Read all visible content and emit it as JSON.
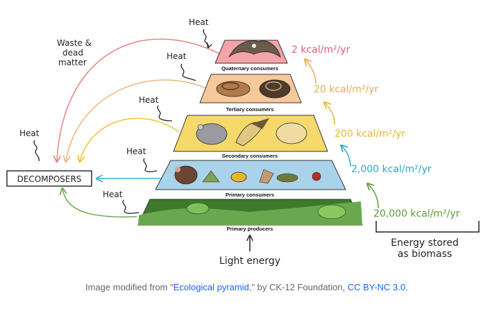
{
  "diagram": {
    "tiers": [
      {
        "label": "Quaternary consumers",
        "energy": "2 kcal/m²/yr",
        "energy_color": "#e0607a",
        "fill": "#f4a3a8"
      },
      {
        "label": "Tertiary consumers",
        "energy": "20 kcal/m²/yr",
        "energy_color": "#e9a94f",
        "fill": "#f6c89a"
      },
      {
        "label": "Secondary consumers",
        "energy": "200 kcal/m²/yr",
        "energy_color": "#e8b62c",
        "fill": "#f5da6b"
      },
      {
        "label": "Primary consumers",
        "energy": "2,000 kcal/m²/yr",
        "energy_color": "#2aa9c9",
        "fill": "#a9d3ea"
      },
      {
        "label": "Primary producers",
        "energy": "20,000 kcal/m²/yr",
        "energy_color": "#5e9a3a",
        "fill": "#3f7a2c"
      }
    ],
    "heat_label": "Heat",
    "waste_label_lines": [
      "Waste &",
      "dead",
      "matter"
    ],
    "decomposers_label": "DECOMPOSERS",
    "light_label": "Light energy",
    "biomass_label_lines": [
      "Energy stored",
      "as biomass"
    ]
  },
  "caption": {
    "prefix": "Image modified from \"",
    "link1": "Ecological pyramid",
    "middle": ",\" by CK-12 Foundation, ",
    "link2": "CC BY-NC 3.0",
    "suffix": "."
  }
}
